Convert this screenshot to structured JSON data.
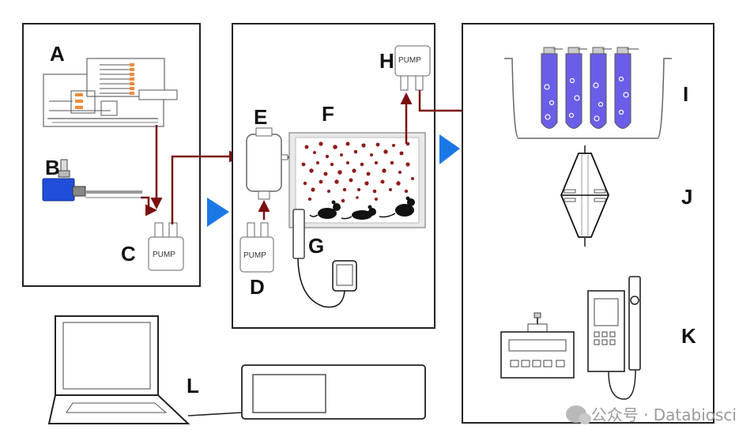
{
  "labels": {
    "A": "A",
    "B": "B",
    "C": "C",
    "D": "D",
    "E": "E",
    "F": "F",
    "G": "G",
    "H": "H",
    "I": "I",
    "J": "J",
    "K": "K",
    "L": "L"
  },
  "pump_text": "PUMP",
  "watermark": "公众号 · Databiosci",
  "colors": {
    "flow_arrow": "#7b1010",
    "stage_arrow": "#1a78e6",
    "particles": "#8e1b1b",
    "test_tube_liquid": "#6a5ee8",
    "motor_blue": "#1f4ed8",
    "tube_caps": "#f08a3a"
  },
  "icons": [
    "monitor-icon",
    "pump-icon",
    "animal-icon",
    "laptop-icon",
    "meter-icon",
    "filter-icon",
    "test-tube-icon"
  ]
}
